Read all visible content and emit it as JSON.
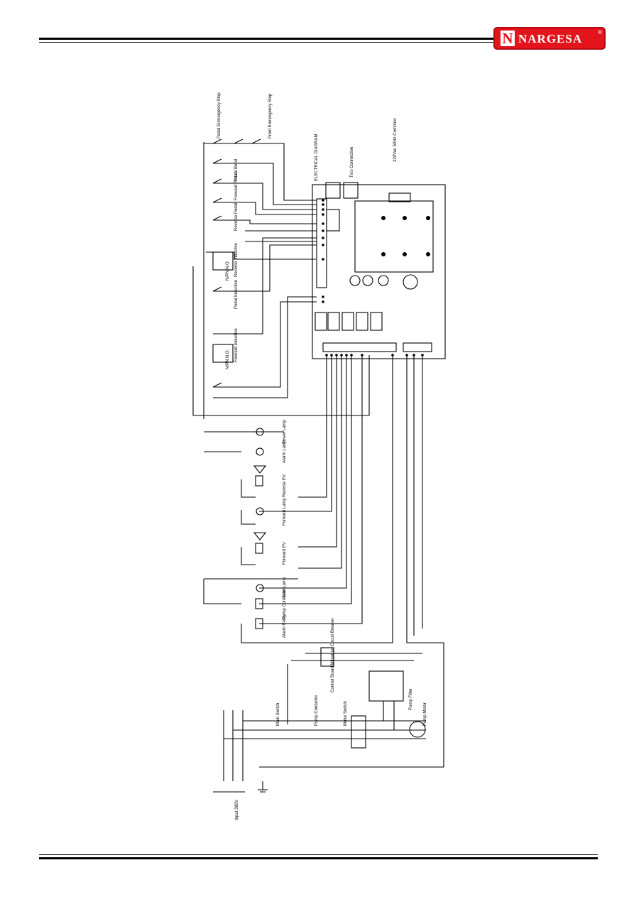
{
  "brand": {
    "initial": "N",
    "name": "NARGESA",
    "registered": "®"
  },
  "schematic": {
    "title_vertical": "ELECTRICAL DIAGRAM",
    "top_labels": [
      "Pedal Enmergency Stop",
      "Front Enmergency Stop",
      "Pedal Bend",
      "Forward Pedal",
      "Reverse Pedal"
    ],
    "control_labels": [
      "Reverse Inductive",
      "N/PN N.O.",
      "Forward Inductive",
      "N/PN N.O.",
      "Pedal Inductive"
    ],
    "output_labels": [
      "Power Lamp",
      "Alarm Lamp",
      "Reverse EV",
      "Forward Lamp",
      "Forward EV",
      "Start Lamp",
      "Pump Contactor",
      "Alarm Relay"
    ],
    "power_labels": [
      "Control Board Miniature Circuit Breaker",
      "Main Switch",
      "Pump Contactor",
      "Motor Switch",
      "Pump Filter",
      "Pump Motor",
      "Input 380V"
    ],
    "board_labels": [
      "Tx/s Connection",
      "220Vac 50Hz Common"
    ]
  }
}
